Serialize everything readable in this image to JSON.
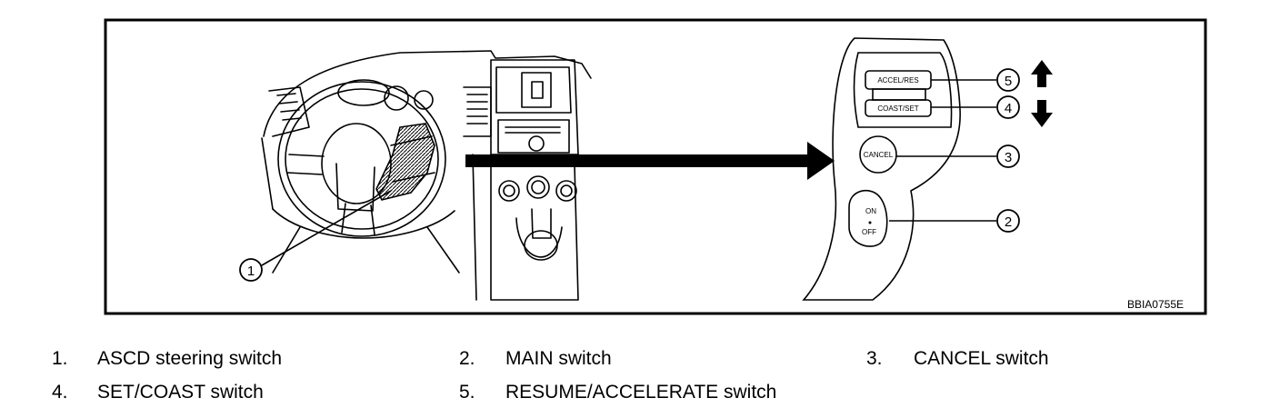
{
  "figure_code": "BBIA0755E",
  "callouts": [
    {
      "id": "1"
    },
    {
      "id": "2"
    },
    {
      "id": "3"
    },
    {
      "id": "4"
    },
    {
      "id": "5"
    }
  ],
  "switch_labels": {
    "accel_res": "ACCEL/RES",
    "coast_set": "COAST/SET",
    "cancel": "CANCEL",
    "on": "ON",
    "off": "OFF"
  },
  "legend": [
    {
      "num": "1.",
      "text": "ASCD steering switch"
    },
    {
      "num": "2.",
      "text": "MAIN switch"
    },
    {
      "num": "3.",
      "text": "CANCEL switch"
    },
    {
      "num": "4.",
      "text": "SET/COAST switch"
    },
    {
      "num": "5.",
      "text": "RESUME/ACCELERATE switch"
    }
  ]
}
